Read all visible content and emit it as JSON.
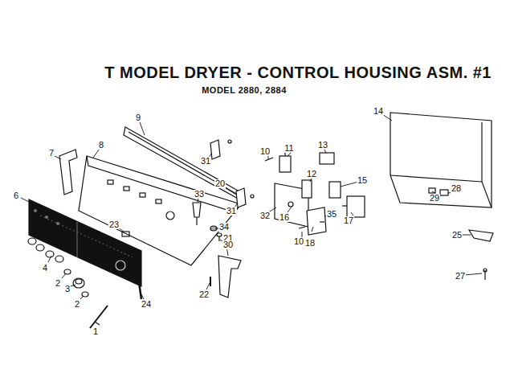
{
  "diagram": {
    "title": "T MODEL DRYER - CONTROL HOUSING ASM. #1",
    "labels": [
      "MODEL 2880, 2884",
      "1",
      "2",
      "2",
      "3",
      "4",
      "6",
      "7",
      "8",
      "9",
      "10",
      "10",
      "11",
      "12",
      "13",
      "14",
      "15",
      "16",
      "17",
      "18",
      "20",
      "21",
      "22",
      "23",
      "24",
      "25",
      "27",
      "28",
      "29",
      "30",
      "31",
      "31",
      "32",
      "33",
      "34",
      "35"
    ]
  }
}
